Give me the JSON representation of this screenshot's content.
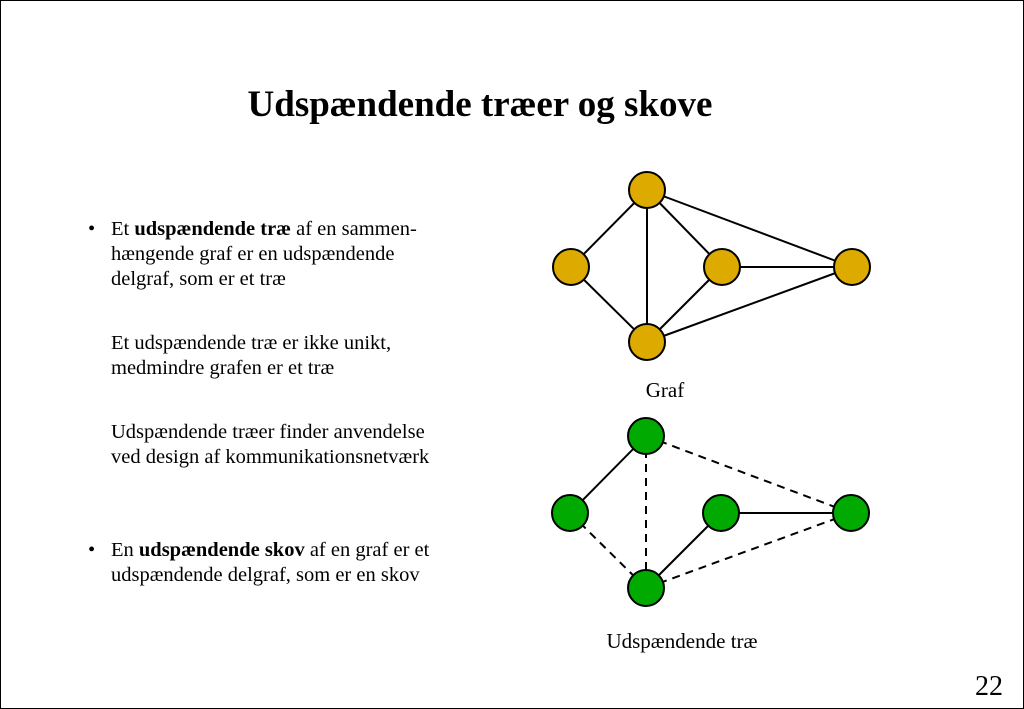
{
  "slide": {
    "title": "Udspændende træer og skove",
    "page_number": "22"
  },
  "bullets": [
    {
      "marker": "•",
      "lines": [
        {
          "parts": [
            {
              "text": "Et ",
              "bold": false
            },
            {
              "text": "udspændende træ",
              "bold": true
            },
            {
              "text": " af en sammen-",
              "bold": false
            }
          ]
        },
        {
          "parts": [
            {
              "text": "hængende graf er en udspændende",
              "bold": false
            }
          ]
        },
        {
          "parts": [
            {
              "text": "delgraf, som er et træ",
              "bold": false
            }
          ]
        }
      ]
    },
    {
      "marker": "",
      "lines": [
        {
          "parts": [
            {
              "text": "Et udspændende træ er ikke unikt,",
              "bold": false
            }
          ]
        },
        {
          "parts": [
            {
              "text": "medmindre grafen er et træ",
              "bold": false
            }
          ]
        }
      ]
    },
    {
      "marker": "",
      "lines": [
        {
          "parts": [
            {
              "text": "Udspændende træer finder anvendelse",
              "bold": false
            }
          ]
        },
        {
          "parts": [
            {
              "text": "ved design af kommunikationsnetværk",
              "bold": false
            }
          ]
        }
      ]
    },
    {
      "marker": "•",
      "lines": [
        {
          "parts": [
            {
              "text": "En ",
              "bold": false
            },
            {
              "text": "udspændende skov",
              "bold": true
            },
            {
              "text": " af en graf er et",
              "bold": false
            }
          ]
        },
        {
          "parts": [
            {
              "text": "udspændende delgraf, som er en skov",
              "bold": false
            }
          ]
        }
      ]
    }
  ],
  "graph": {
    "caption": "Graf",
    "node_color": "#DDAA00",
    "edge_style": "solid",
    "edges": [
      [
        "top",
        "left"
      ],
      [
        "top",
        "center"
      ],
      [
        "top",
        "bottom"
      ],
      [
        "top",
        "right"
      ],
      [
        "left",
        "bottom"
      ],
      [
        "center",
        "bottom"
      ],
      [
        "center",
        "right"
      ],
      [
        "bottom",
        "right"
      ]
    ]
  },
  "spanning_tree": {
    "caption": "Udspændende træ",
    "node_color": "#00AA00",
    "tree_edges": [
      [
        "top",
        "left"
      ],
      [
        "center",
        "bottom"
      ],
      [
        "center",
        "right"
      ]
    ],
    "non_tree_edges": [
      [
        "top",
        "bottom"
      ],
      [
        "top",
        "right"
      ],
      [
        "left",
        "bottom"
      ],
      [
        "bottom",
        "right"
      ]
    ]
  },
  "colors": {
    "edge": "#000000",
    "node_outline": "#000000"
  }
}
